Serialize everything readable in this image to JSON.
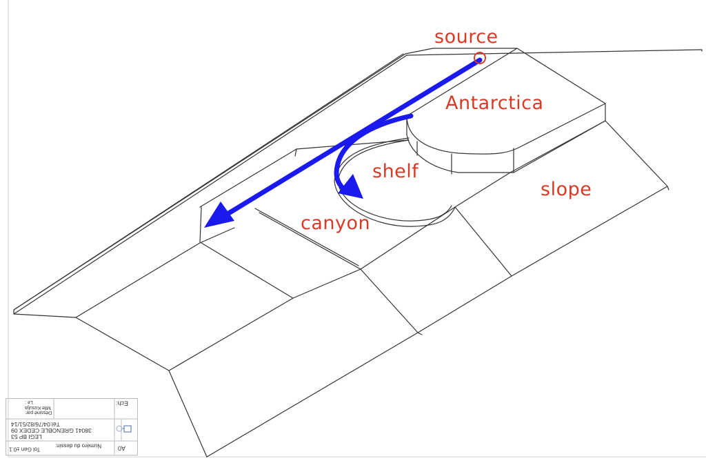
{
  "labels": {
    "source": "source",
    "antarctica": "Antarctica",
    "shelf": "shelf",
    "slope": "slope",
    "canyon": "canyon"
  },
  "colors": {
    "annotation": "#d93a26",
    "flow_arrow": "#1a1aee",
    "lines": "#333333"
  },
  "title_block": {
    "scale_label": "Ech:",
    "drawn_by_label": "Déssiné par:",
    "drawn_by_name": "Mlle Kusulja",
    "date_label": "Le :",
    "address_line1": "LEGI BP 53",
    "address_line2": "38041 GRENOBLE CEDEX 09",
    "address_line3": "Tél:04/76/82/51/14",
    "sheet_size": "A0",
    "drawing_number_label": "Numéro du dessin:",
    "tolerance": "Tol Gen ±0.1"
  }
}
